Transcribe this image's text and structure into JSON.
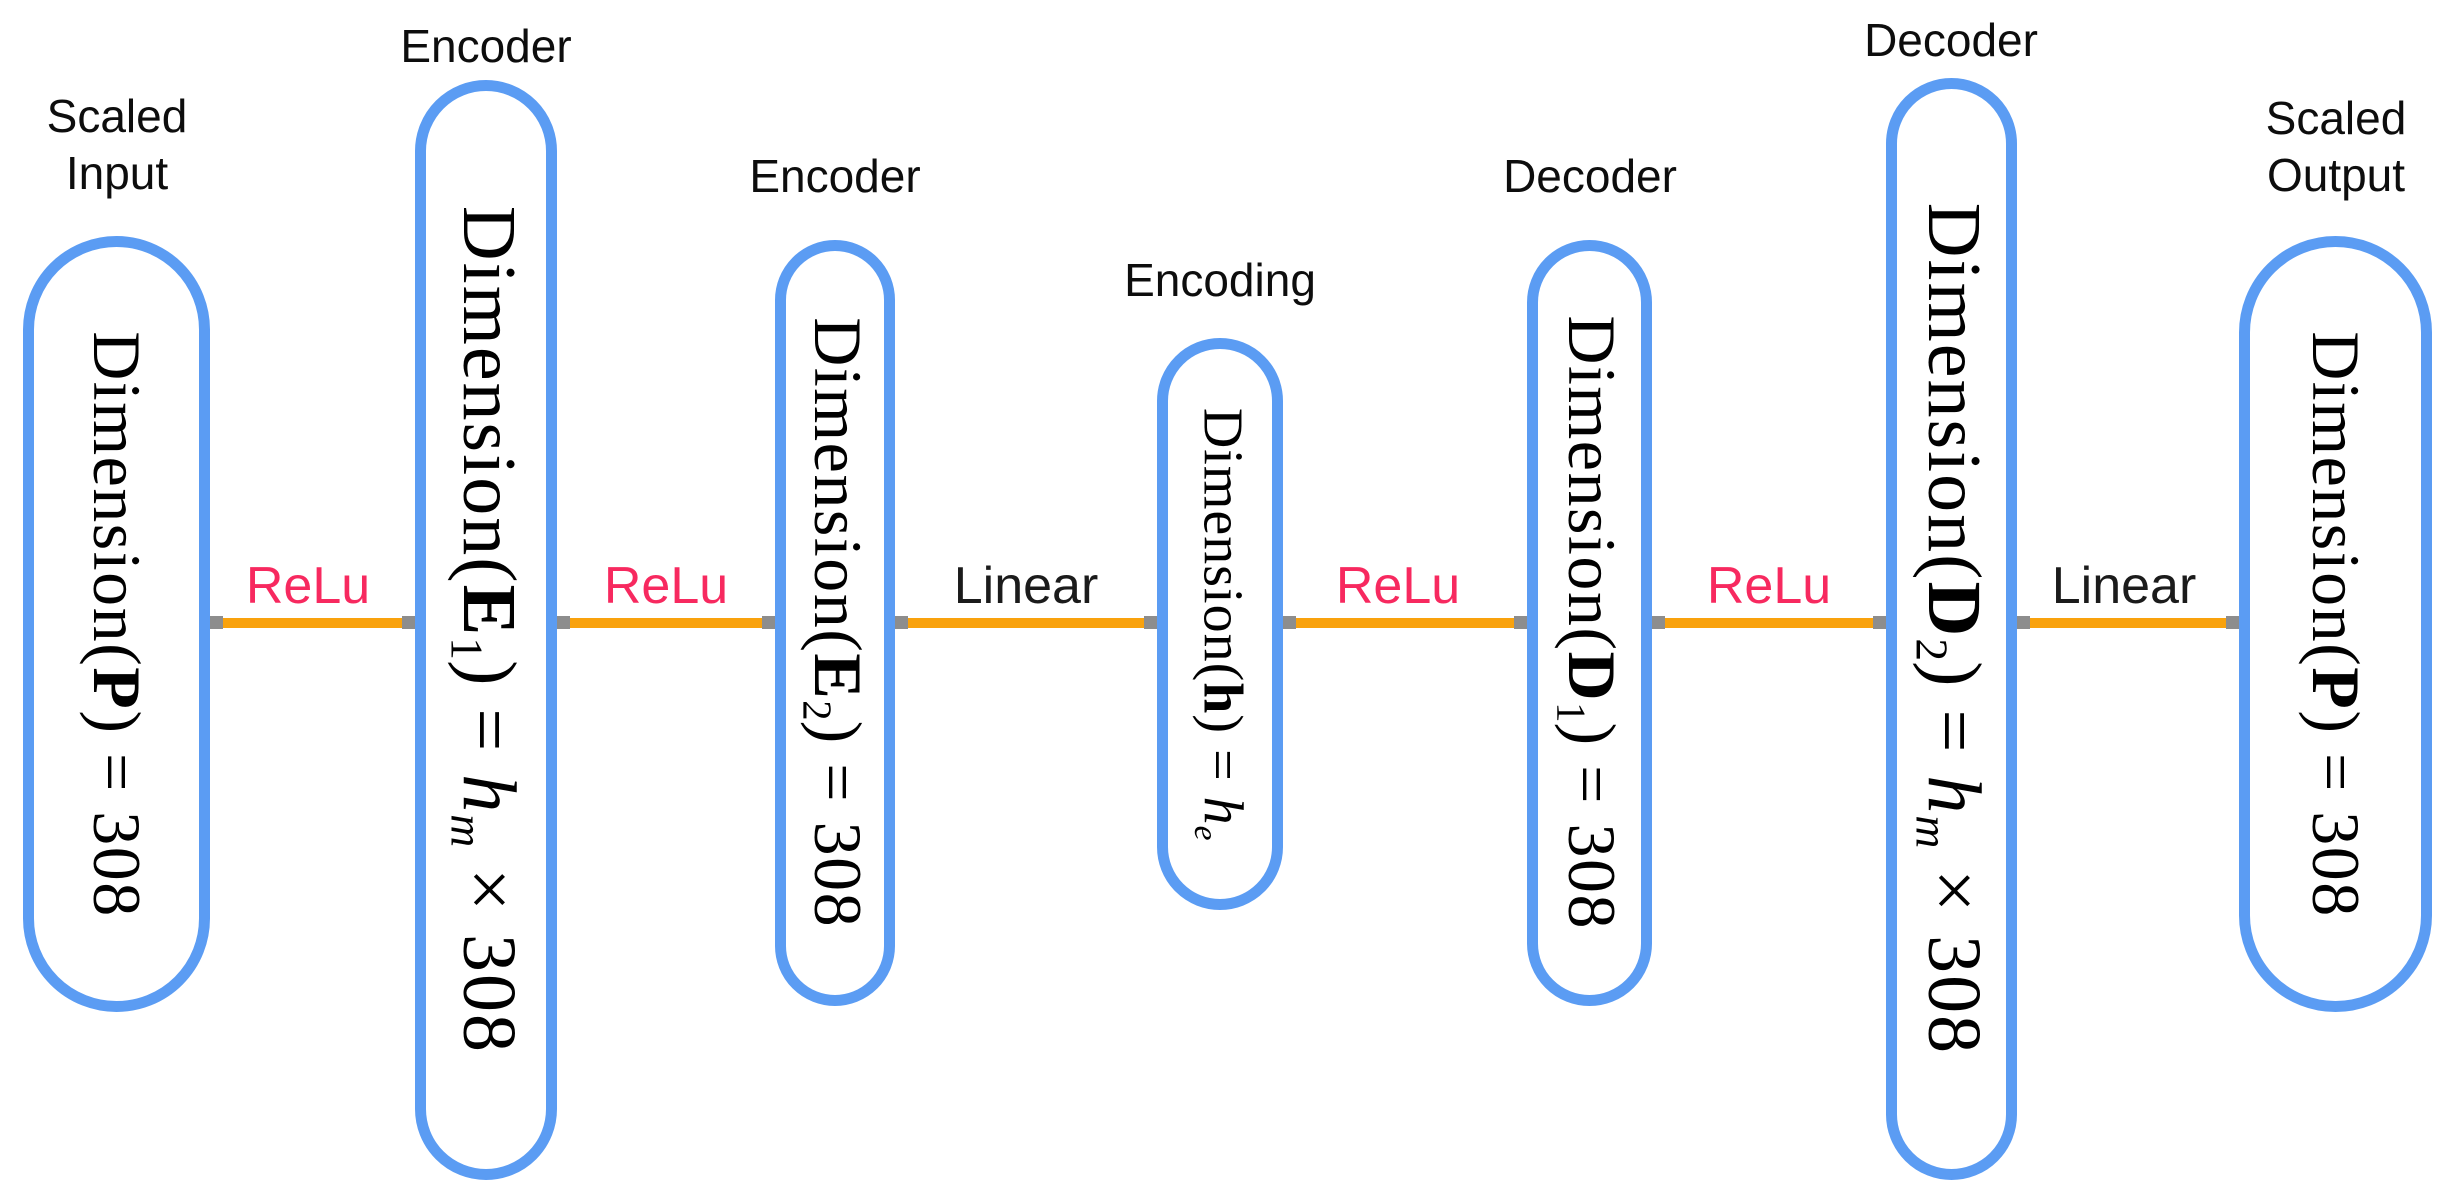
{
  "diagram": {
    "colors": {
      "node_border": "#5b9cf3",
      "connector": "#f9a20d",
      "relu_label": "#f7295f",
      "linear_label": "#1b1b1b",
      "anchor": "#8d8d8d",
      "text": "#111111"
    },
    "nodes": [
      {
        "id": "scaled-input",
        "label_lines": [
          "Scaled",
          "Input"
        ],
        "formula": [
          {
            "t": "Dimension(",
            "s": "rm"
          },
          {
            "t": "P",
            "s": "bf"
          },
          {
            "t": ") = 308",
            "s": "rm"
          }
        ]
      },
      {
        "id": "encoder-1",
        "label_lines": [
          "Encoder"
        ],
        "formula": [
          {
            "t": "Dimension(",
            "s": "rm"
          },
          {
            "t": "E",
            "s": "bf"
          },
          {
            "t": "1",
            "s": "sub"
          },
          {
            "t": ") = ",
            "s": "rm"
          },
          {
            "t": "h",
            "s": "it"
          },
          {
            "t": "m",
            "s": "subit"
          },
          {
            "t": " × 308",
            "s": "rm"
          }
        ]
      },
      {
        "id": "encoder-2",
        "label_lines": [
          "Encoder"
        ],
        "formula": [
          {
            "t": "Dimension(",
            "s": "rm"
          },
          {
            "t": "E",
            "s": "bf"
          },
          {
            "t": "2",
            "s": "sub"
          },
          {
            "t": ") = 308",
            "s": "rm"
          }
        ]
      },
      {
        "id": "encoding",
        "label_lines": [
          "Encoding"
        ],
        "formula": [
          {
            "t": "Dimension(",
            "s": "rm"
          },
          {
            "t": "h",
            "s": "bf"
          },
          {
            "t": ") = ",
            "s": "rm"
          },
          {
            "t": "h",
            "s": "it"
          },
          {
            "t": "e",
            "s": "subit"
          }
        ]
      },
      {
        "id": "decoder-1",
        "label_lines": [
          "Decoder"
        ],
        "formula": [
          {
            "t": "Dimension(",
            "s": "rm"
          },
          {
            "t": "D",
            "s": "bf"
          },
          {
            "t": "1",
            "s": "sub"
          },
          {
            "t": ") = 308",
            "s": "rm"
          }
        ]
      },
      {
        "id": "decoder-2",
        "label_lines": [
          "Decoder"
        ],
        "formula": [
          {
            "t": "Dimension(",
            "s": "rm"
          },
          {
            "t": "D",
            "s": "bf"
          },
          {
            "t": "2",
            "s": "sub"
          },
          {
            "t": ") = ",
            "s": "rm"
          },
          {
            "t": "h",
            "s": "it"
          },
          {
            "t": "m",
            "s": "subit"
          },
          {
            "t": " × 308",
            "s": "rm"
          }
        ]
      },
      {
        "id": "scaled-output",
        "label_lines": [
          "Scaled",
          "Output"
        ],
        "formula": [
          {
            "t": "Dimension(",
            "s": "rm"
          },
          {
            "t": "P",
            "s": "bf"
          },
          {
            "t": ") = 308",
            "s": "rm"
          }
        ]
      }
    ],
    "connections": [
      {
        "label": "ReLu",
        "kind": "relu"
      },
      {
        "label": "ReLu",
        "kind": "relu"
      },
      {
        "label": "Linear",
        "kind": "linear"
      },
      {
        "label": "ReLu",
        "kind": "relu"
      },
      {
        "label": "ReLu",
        "kind": "relu"
      },
      {
        "label": "Linear",
        "kind": "linear"
      }
    ]
  }
}
